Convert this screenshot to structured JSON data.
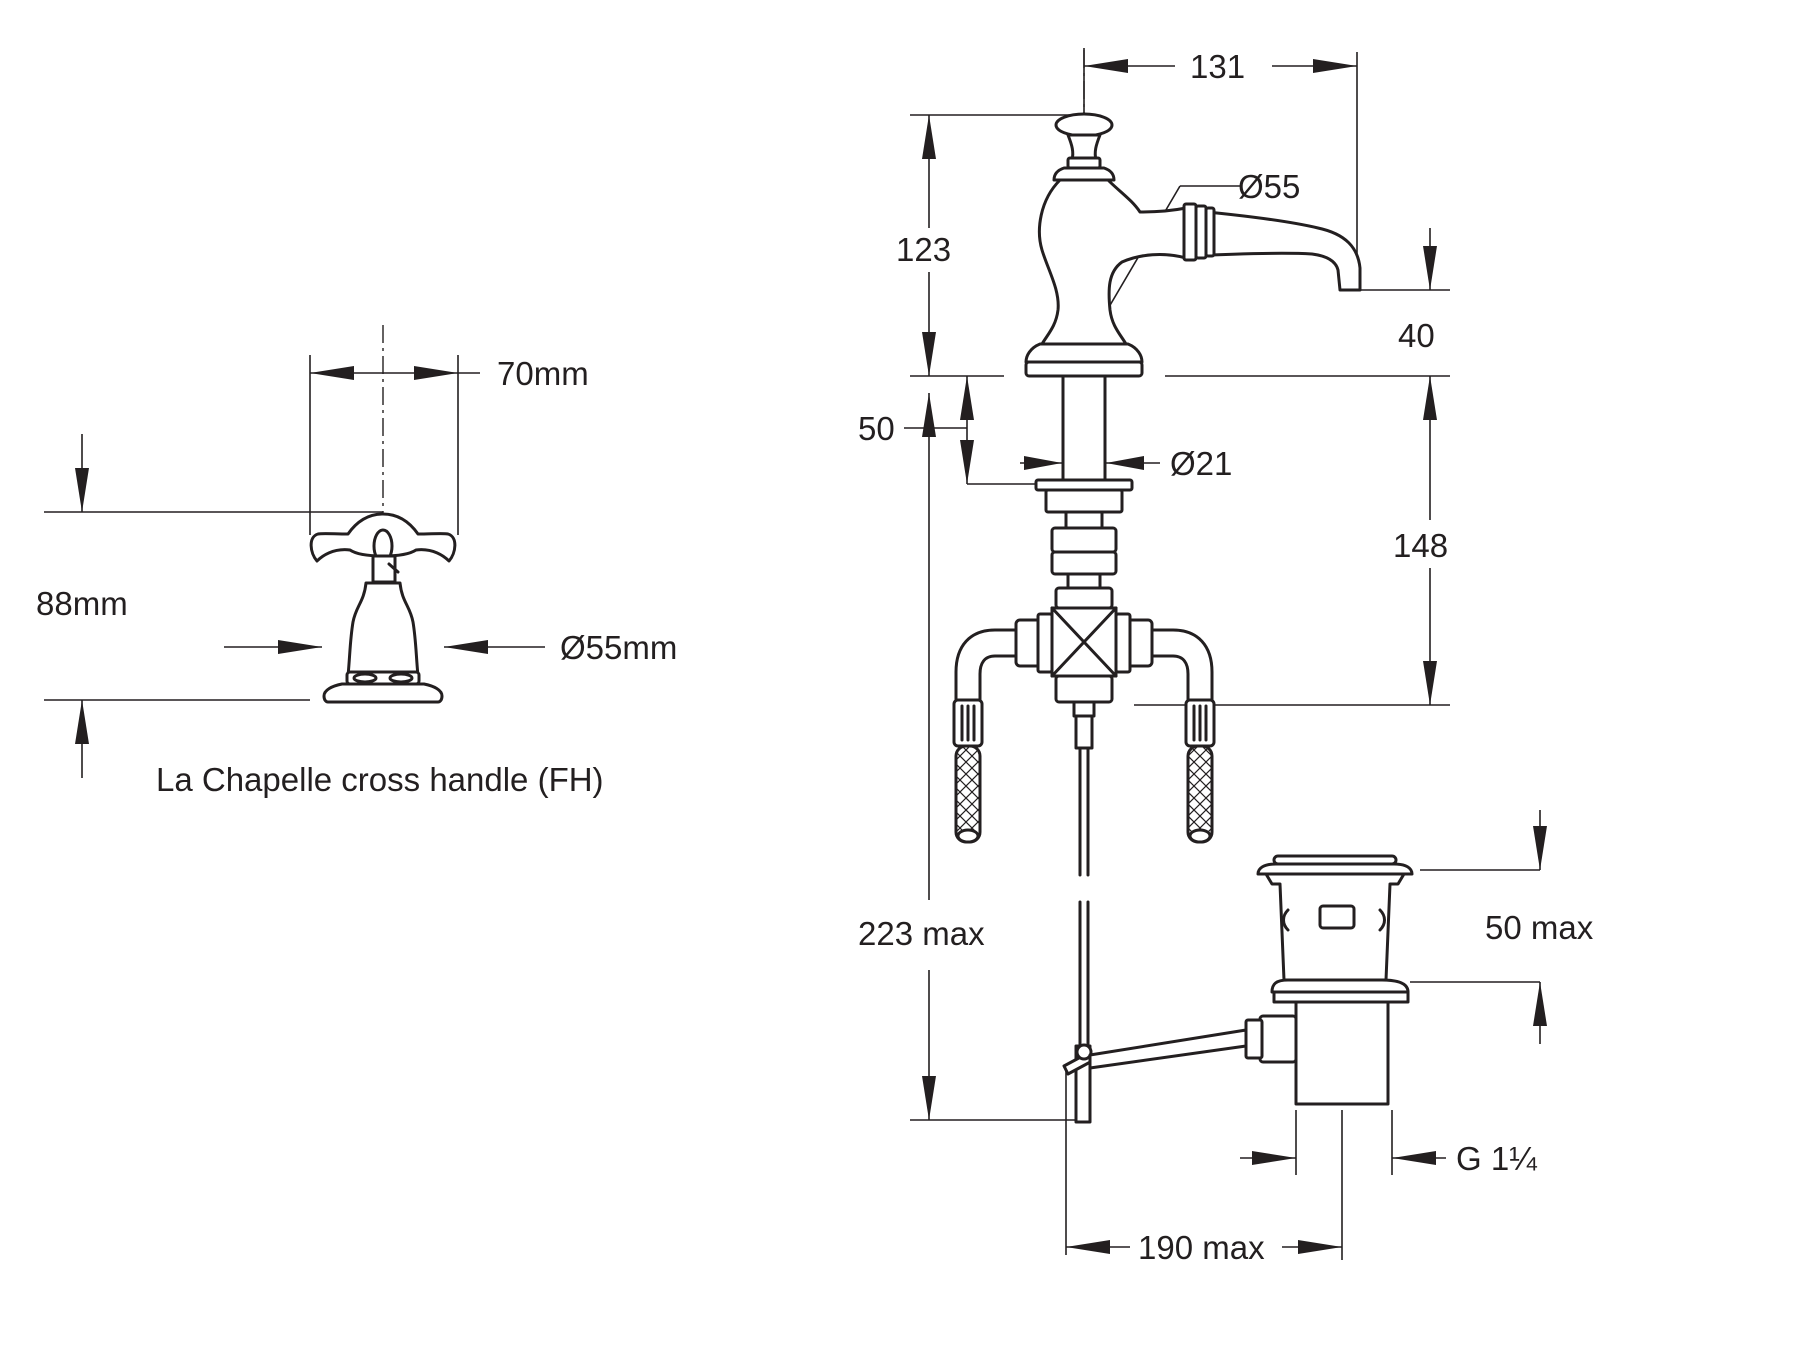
{
  "handle": {
    "width": "70mm",
    "height": "88mm",
    "diameter": "Ø55mm",
    "caption": "La Chapelle cross handle (FH)"
  },
  "tap": {
    "spout_reach": "131",
    "spout_diameter": "Ø55",
    "body_height": "123",
    "spout_height": "40",
    "collar_height": "50",
    "shank_diameter": "Ø21",
    "shank_length": "148",
    "rod_length": "223 max",
    "waste_height": "50 max",
    "waste_thread": "G 1¼",
    "waste_offset": "190 max"
  }
}
